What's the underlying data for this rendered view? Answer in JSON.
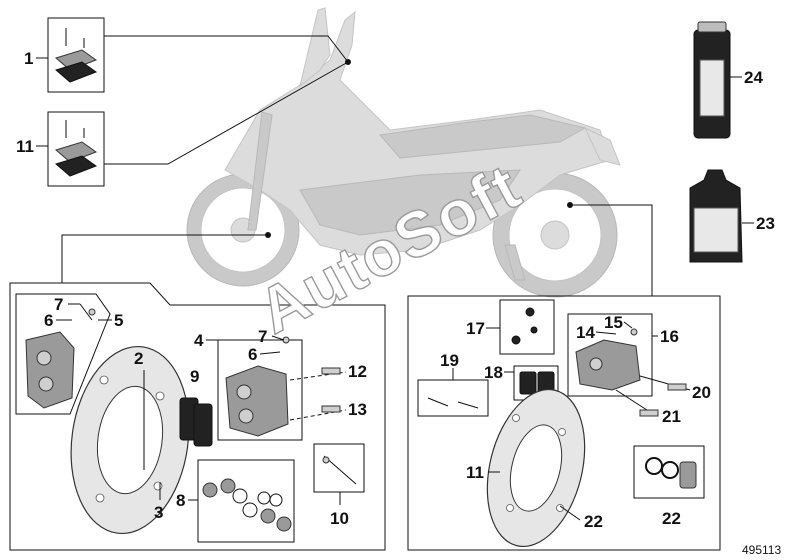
{
  "diagram": {
    "watermark": "AutoSoft",
    "part_reference": "495113",
    "callouts": [
      {
        "id": "c1",
        "label": "1"
      },
      {
        "id": "c2",
        "label": "2"
      },
      {
        "id": "c3",
        "label": "3"
      },
      {
        "id": "c4",
        "label": "4"
      },
      {
        "id": "c5",
        "label": "5"
      },
      {
        "id": "c6a",
        "label": "6"
      },
      {
        "id": "c6b",
        "label": "6"
      },
      {
        "id": "c7a",
        "label": "7"
      },
      {
        "id": "c7b",
        "label": "7"
      },
      {
        "id": "c8",
        "label": "8"
      },
      {
        "id": "c9",
        "label": "9"
      },
      {
        "id": "c10",
        "label": "10"
      },
      {
        "id": "c11a",
        "label": "11"
      },
      {
        "id": "c11b",
        "label": "11"
      },
      {
        "id": "c12",
        "label": "12"
      },
      {
        "id": "c13",
        "label": "13"
      },
      {
        "id": "c14",
        "label": "14"
      },
      {
        "id": "c15",
        "label": "15"
      },
      {
        "id": "c16",
        "label": "16"
      },
      {
        "id": "c17",
        "label": "17"
      },
      {
        "id": "c18",
        "label": "18"
      },
      {
        "id": "c19",
        "label": "19"
      },
      {
        "id": "c20",
        "label": "20"
      },
      {
        "id": "c21",
        "label": "21"
      },
      {
        "id": "c22a",
        "label": "22"
      },
      {
        "id": "c22b",
        "label": "22"
      },
      {
        "id": "c23",
        "label": "23"
      },
      {
        "id": "c24",
        "label": "24"
      }
    ]
  }
}
